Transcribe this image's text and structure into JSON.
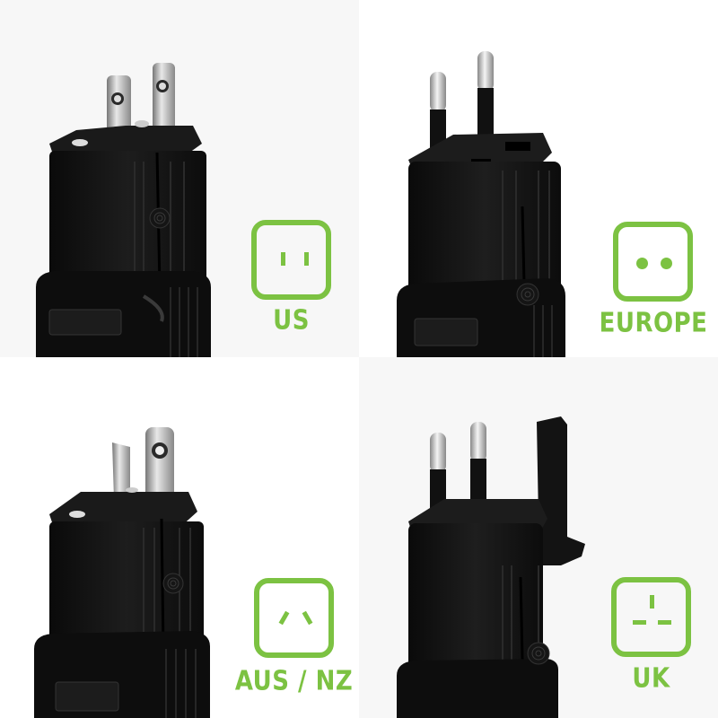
{
  "theme": {
    "accent_green": "#7cc242",
    "plug_black": "#111111",
    "metal": "#c8c8c8"
  },
  "panels": [
    {
      "id": "us",
      "label": "US",
      "icon": "us-outlet-icon",
      "background": "#f7f7f7"
    },
    {
      "id": "europe",
      "label": "EUROPE",
      "icon": "europe-outlet-icon",
      "background": "#ffffff"
    },
    {
      "id": "aus-nz",
      "label": "AUS / NZ",
      "icon": "aus-nz-outlet-icon",
      "background": "#ffffff"
    },
    {
      "id": "uk",
      "label": "UK",
      "icon": "uk-outlet-icon",
      "background": "#f7f7f7"
    }
  ]
}
